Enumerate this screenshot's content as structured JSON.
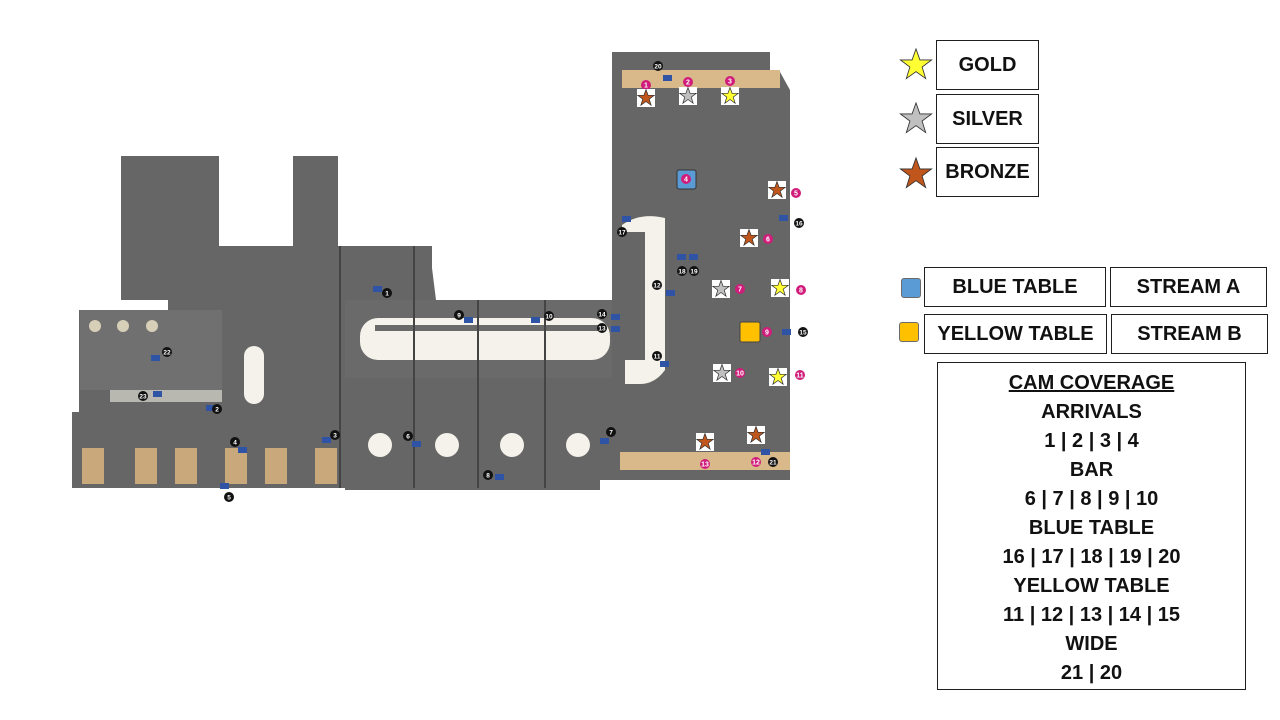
{
  "legend": {
    "stars": [
      {
        "label": "GOLD",
        "color": "#ffff33"
      },
      {
        "label": "SILVER",
        "color": "#c0c0c0"
      },
      {
        "label": "BRONZE",
        "color": "#c0561c"
      }
    ],
    "tables": [
      {
        "label": "BLUE TABLE",
        "stream": "STREAM A",
        "color": "#5b9bd5"
      },
      {
        "label": "YELLOW TABLE",
        "stream": "STREAM B",
        "color": "#ffc000"
      }
    ]
  },
  "coverage": {
    "title": "CAM COVERAGE",
    "groups": [
      {
        "name": "ARRIVALS",
        "cams": "1 | 2 | 3 | 4"
      },
      {
        "name": "BAR",
        "cams": "6 | 7 | 8 | 9 | 10"
      },
      {
        "name": "BLUE TABLE",
        "cams": "16 | 17 | 18 | 19 | 20"
      },
      {
        "name": "YELLOW TABLE",
        "cams": "11 | 12 | 13 | 14 | 15"
      },
      {
        "name": "WIDE",
        "cams": "21 | 20"
      }
    ]
  },
  "floorplan": {
    "cameras": [
      "1",
      "2",
      "3",
      "4",
      "5",
      "6",
      "7",
      "8",
      "9",
      "10",
      "11",
      "12",
      "13",
      "14",
      "15",
      "16",
      "17",
      "18",
      "19",
      "20",
      "21",
      "22",
      "23"
    ],
    "table_markers": [
      "1",
      "2",
      "3",
      "4",
      "5",
      "6",
      "7",
      "8",
      "9",
      "10",
      "11",
      "12",
      "13"
    ],
    "star_colors": {
      "gold": "#ffff33",
      "silver": "#c0c0c0",
      "bronze": "#c0561c"
    }
  }
}
